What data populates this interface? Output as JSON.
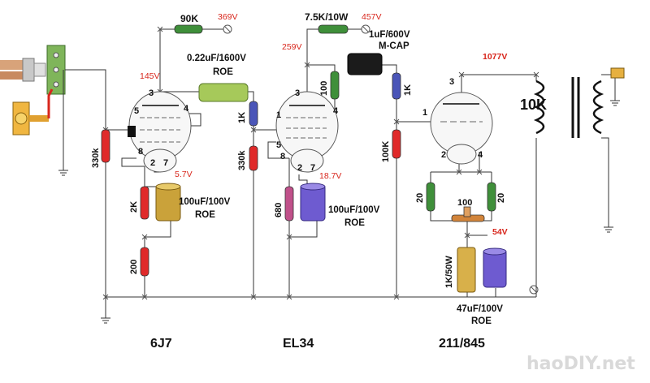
{
  "labels": {
    "r_90k": "90K",
    "v_369": "369V",
    "r_7k5": "7.5K/10W",
    "v_457": "457V",
    "c_1uf": "1uF/600V",
    "c_mcap": "M-CAP",
    "c_022": "0.22uF/1600V",
    "c_022_roe": "ROE",
    "v_145": "145V",
    "v_259": "259V",
    "v_1077": "1077V",
    "t_10k": "10K",
    "r_1k_a": "1K",
    "r_1k_b": "1K",
    "r_100": "100",
    "r_330k_a": "330k",
    "r_330k_b": "330k",
    "r_100k": "100K",
    "r_2k": "2K",
    "r_200": "200",
    "r_680": "680",
    "r_20a": "20",
    "r_20b": "20",
    "pot_100": "100",
    "v_57": "5.7V",
    "v_187": "18.7V",
    "v_54": "54V",
    "c_100u_a": "100uF/100V",
    "c_100u_a_roe": "ROE",
    "c_100u_b": "100uF/100V",
    "c_100u_b_roe": "ROE",
    "r_1k50w": "1K/50W",
    "c_47u": "47uF/100V",
    "c_47u_roe": "ROE"
  },
  "pins": {
    "v1": [
      "5",
      "4",
      "3",
      "8",
      "2",
      "7"
    ],
    "v2": [
      "1",
      "3",
      "4",
      "5",
      "8",
      "2",
      "7"
    ],
    "v3": [
      "3",
      "1",
      "2",
      "4"
    ]
  },
  "tubes": [
    "6J7",
    "EL34",
    "211/845"
  ],
  "watermark": "haoDIY.net",
  "colors": {
    "voltage": "#d8261c",
    "resistor_red": "#e02a2a",
    "resistor_green": "#3f8f3a",
    "resistor_blue": "#4a55b8",
    "cap_gold": "#caa23a",
    "cap_purple": "#6e5bd0"
  }
}
